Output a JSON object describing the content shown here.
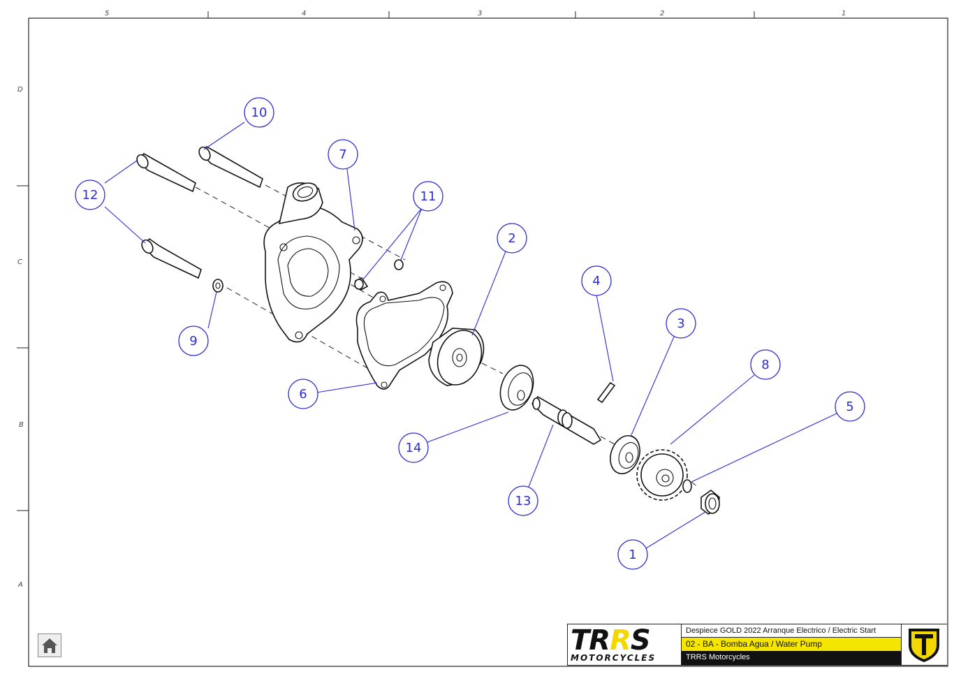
{
  "frame": {
    "column_labels": [
      "5",
      "4",
      "3",
      "2",
      "1"
    ],
    "row_labels": [
      "D",
      "C",
      "B",
      "A"
    ]
  },
  "callouts": [
    "1",
    "2",
    "3",
    "4",
    "5",
    "6",
    "7",
    "8",
    "9",
    "10",
    "11",
    "12",
    "13",
    "14"
  ],
  "colors": {
    "callout": "#2b2bd6",
    "highlight": "#f4e600",
    "brand_accent": "#f2d800"
  },
  "home_button": {
    "icon": "home-icon"
  },
  "title_block": {
    "brand": "TRRS",
    "brand_sub": "MOTORCYCLES",
    "document": "Despiece GOLD 2022 Arranque Electrico / Electric Start",
    "drawing": "02 - BA - Bomba Agua / Water Pump",
    "company": "TRRS Motorcycles",
    "emblem_icon": "shield-t-icon"
  }
}
